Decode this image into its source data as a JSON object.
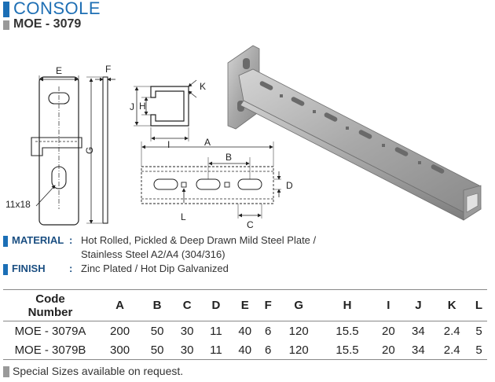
{
  "header": {
    "title": "CONSOLE",
    "model": "MOE - 3079",
    "accent_color": "#1b6fb6"
  },
  "drawing": {
    "labels": {
      "e": "E",
      "f": "F",
      "g": "G",
      "k": "K",
      "j": "J",
      "h": "H",
      "i": "I",
      "a": "A",
      "b": "B",
      "d": "D",
      "l": "L",
      "c": "C",
      "hole": "11x18"
    }
  },
  "specs": {
    "material_label": "MATERIAL",
    "material_line1": "Hot Rolled, Pickled & Deep Drawn Mild Steel Plate /",
    "material_line2": "Stainless Steel A2/A4 (304/316)",
    "finish_label": "FINISH",
    "finish_value": "Zinc Plated / Hot Dip Galvanized",
    "colon": ":"
  },
  "table": {
    "code_header_1": "Code",
    "code_header_2": "Number",
    "headers": [
      "A",
      "B",
      "C",
      "D",
      "E",
      "F",
      "G",
      "H",
      "I",
      "J",
      "K",
      "L"
    ],
    "rows": [
      {
        "code": "MOE - 3079A",
        "values": [
          "200",
          "50",
          "30",
          "11",
          "40",
          "6",
          "120",
          "15.5",
          "20",
          "34",
          "2.4",
          "5"
        ]
      },
      {
        "code": "MOE - 3079B",
        "values": [
          "300",
          "50",
          "30",
          "11",
          "40",
          "6",
          "120",
          "15.5",
          "20",
          "34",
          "2.4",
          "5"
        ]
      }
    ]
  },
  "note": "Special Sizes available on request."
}
